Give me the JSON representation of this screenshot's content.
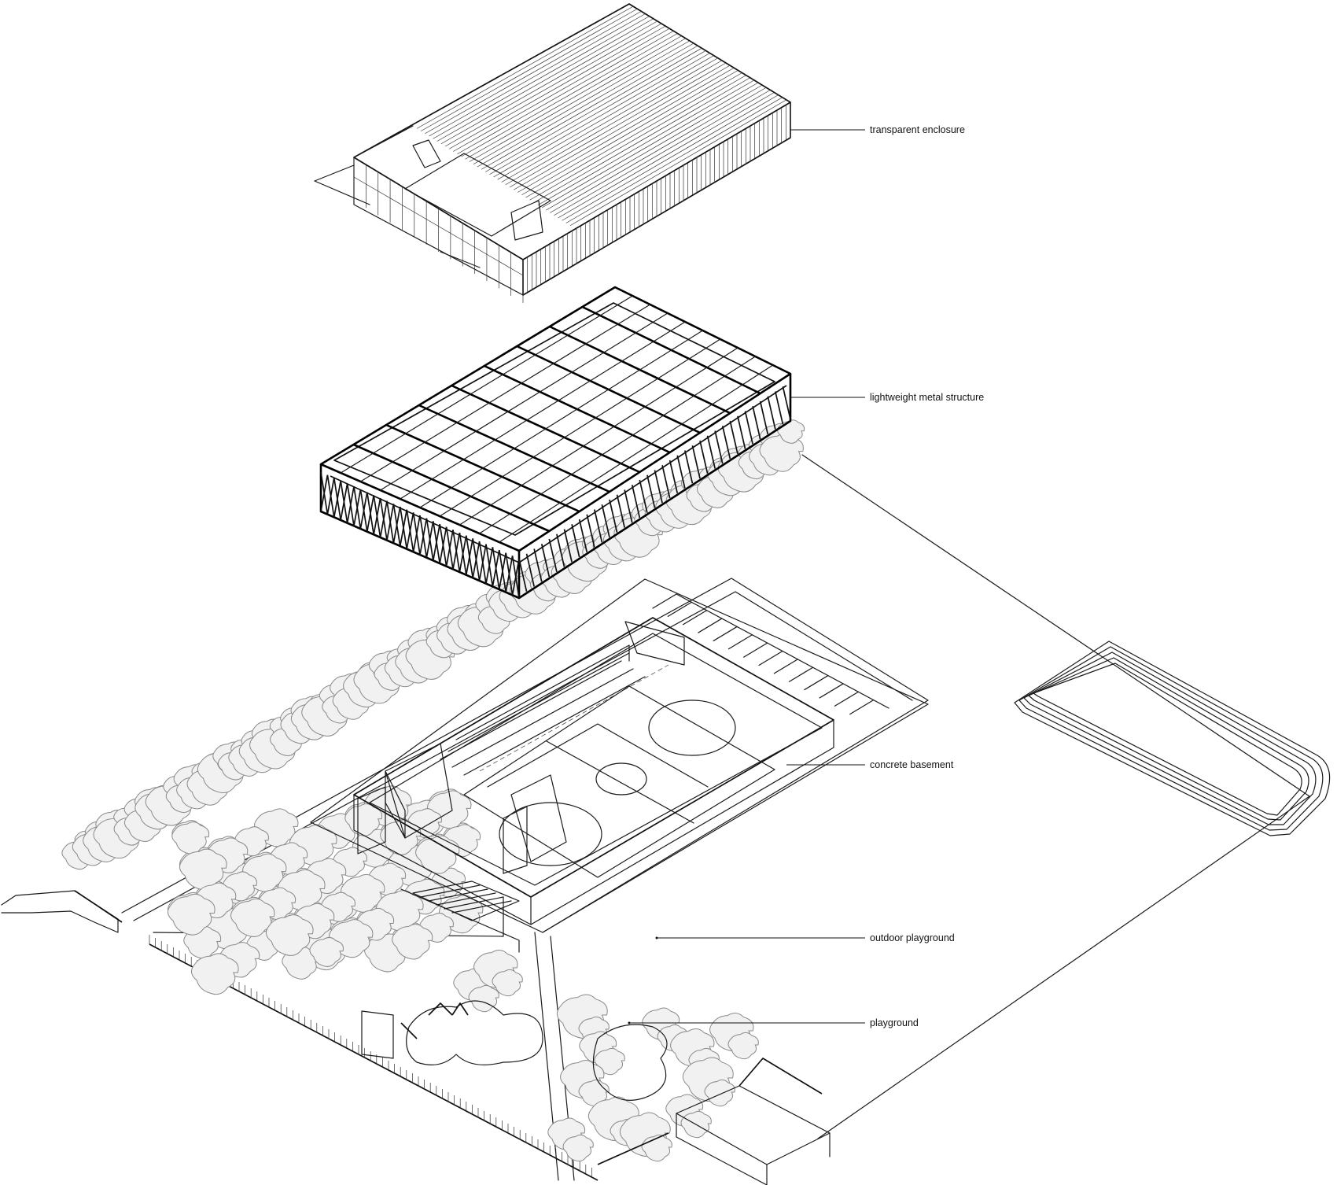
{
  "labels": {
    "transparent_enclosure": "transparent enclosure",
    "lightweight_metal_structure": "lightweight metal structure",
    "concrete_basement": "concrete basement",
    "outdoor_playground": "outdoor playground",
    "playground": "playground"
  },
  "colors": {
    "ink": "#111111",
    "tree_fill": "#f1f1f1",
    "tree_stroke": "#8a8a8a",
    "background": "#ffffff"
  }
}
